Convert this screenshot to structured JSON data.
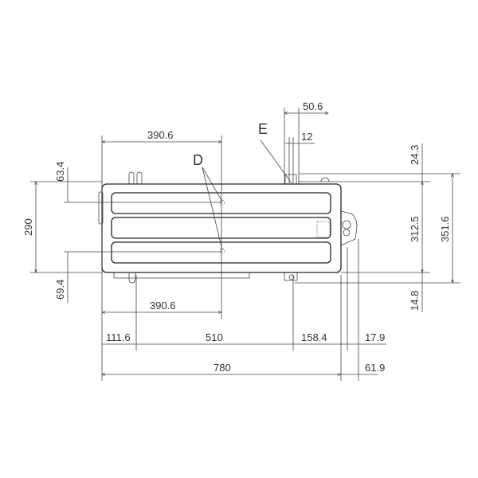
{
  "labels": {
    "d": "D",
    "e": "E"
  },
  "dimensions": {
    "top_width": "390.6",
    "bottom_width": "390.6",
    "left_offset": "111.6",
    "hole_spacing": "510",
    "right_offset": "158.4",
    "right_small": "17.9",
    "total_width": "780",
    "extra_width": "61.9",
    "height": "290",
    "top_hole": "63.4",
    "bottom_hole": "69.4",
    "top_gap": "24.3",
    "inner_height": "312.5",
    "bottom_gap": "14.8",
    "total_height": "351.6",
    "e_width": "50.6",
    "e_small": "12"
  },
  "colors": {
    "line": "#444444",
    "background": "#ffffff"
  }
}
